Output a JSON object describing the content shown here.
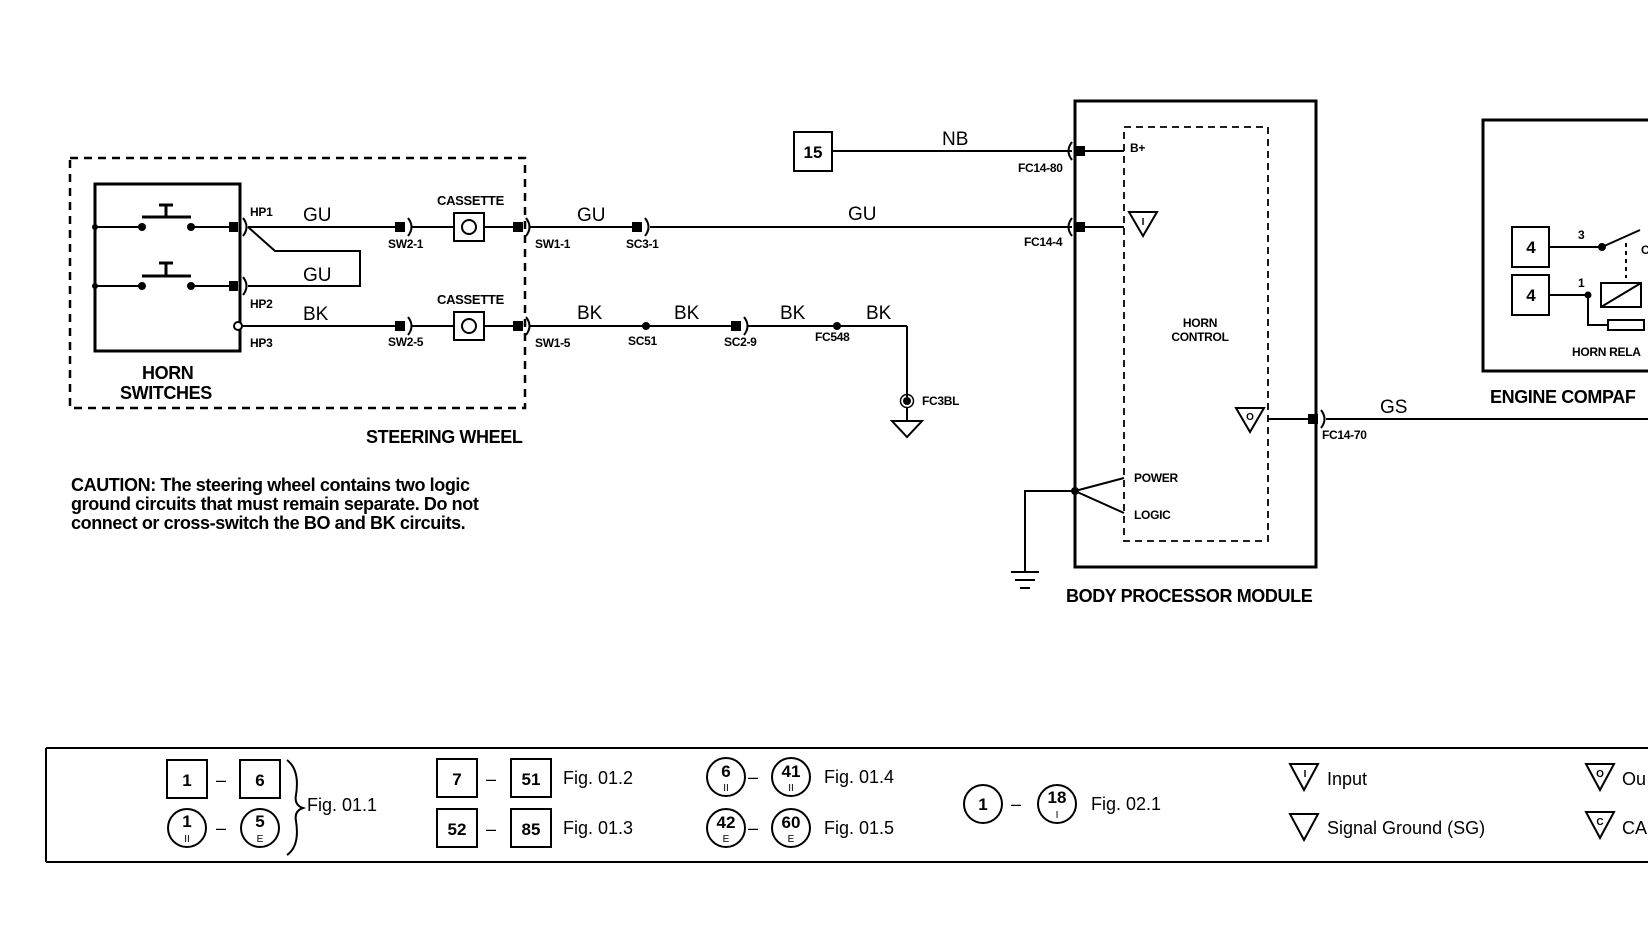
{
  "steering_wheel": {
    "switches_title_1": "HORN",
    "switches_title_2": "SWITCHES",
    "title": "STEERING WHEEL",
    "cassette_1": "CASSETTE",
    "cassette_2": "CASSETTE",
    "pins": {
      "hp1": "HP1",
      "hp2": "HP2",
      "hp3": "HP3",
      "sw2_1": "SW2-1",
      "sw2_5": "SW2-5",
      "sw1_1": "SW1-1",
      "sw1_5": "SW1-5"
    }
  },
  "wires": {
    "gu_a": "GU",
    "gu_b": "GU",
    "gu_c": "GU",
    "gu_d": "GU",
    "bk_a": "BK",
    "bk_b": "BK",
    "bk_c": "BK",
    "bk_d": "BK",
    "bk_e": "BK",
    "nb": "NB",
    "gs": "GS"
  },
  "connectors": {
    "sc3_1": "SC3-1",
    "sc51": "SC51",
    "sc2_9": "SC2-9",
    "fc548": "FC548",
    "fc3bl": "FC3BL",
    "fc14_80": "FC14-80",
    "fc14_4": "FC14-4",
    "fc14_70": "FC14-70"
  },
  "supply": {
    "fuse": "15"
  },
  "caution": {
    "line1": "CAUTION:  The steering wheel contains two logic",
    "line2": "ground circuits that must remain separate.  Do not",
    "line3": "connect or cross-switch the BO and BK circuits."
  },
  "bpm": {
    "title": "BODY PROCESSOR MODULE",
    "bplus": "B+",
    "control_1": "HORN",
    "control_2": "CONTROL",
    "power": "POWER",
    "logic": "LOGIC",
    "input_sym": "I",
    "output_sym": "O"
  },
  "engine": {
    "title": "ENGINE COMPAF",
    "relay": "HORN RELA",
    "box_1": "4",
    "box_2": "4",
    "pin_3": "3",
    "pin_1": "1",
    "pin_c": "C"
  },
  "legend": {
    "g1": {
      "a": "1",
      "b": "6",
      "c": "1",
      "c_sub": "II",
      "d": "5",
      "d_sub": "E",
      "fig": "Fig. 01.1"
    },
    "g2": {
      "a": "7",
      "b": "51",
      "fig": "Fig. 01.2"
    },
    "g3": {
      "a": "52",
      "b": "85",
      "fig": "Fig. 01.3"
    },
    "g4": {
      "a": "6",
      "a_sub": "II",
      "b": "41",
      "b_sub": "II",
      "fig": "Fig. 01.4"
    },
    "g5": {
      "a": "42",
      "a_sub": "E",
      "b": "60",
      "b_sub": "E",
      "fig": "Fig. 01.5"
    },
    "g6": {
      "a": "1",
      "b": "18",
      "b_sub": "I",
      "fig": "Fig. 02.1"
    },
    "dash": "–",
    "input": "Input",
    "input_sym": "I",
    "signal_ground": "Signal Ground (SG)",
    "output": "Ou",
    "output_sym": "O",
    "can": "CA",
    "can_sym": "C"
  }
}
